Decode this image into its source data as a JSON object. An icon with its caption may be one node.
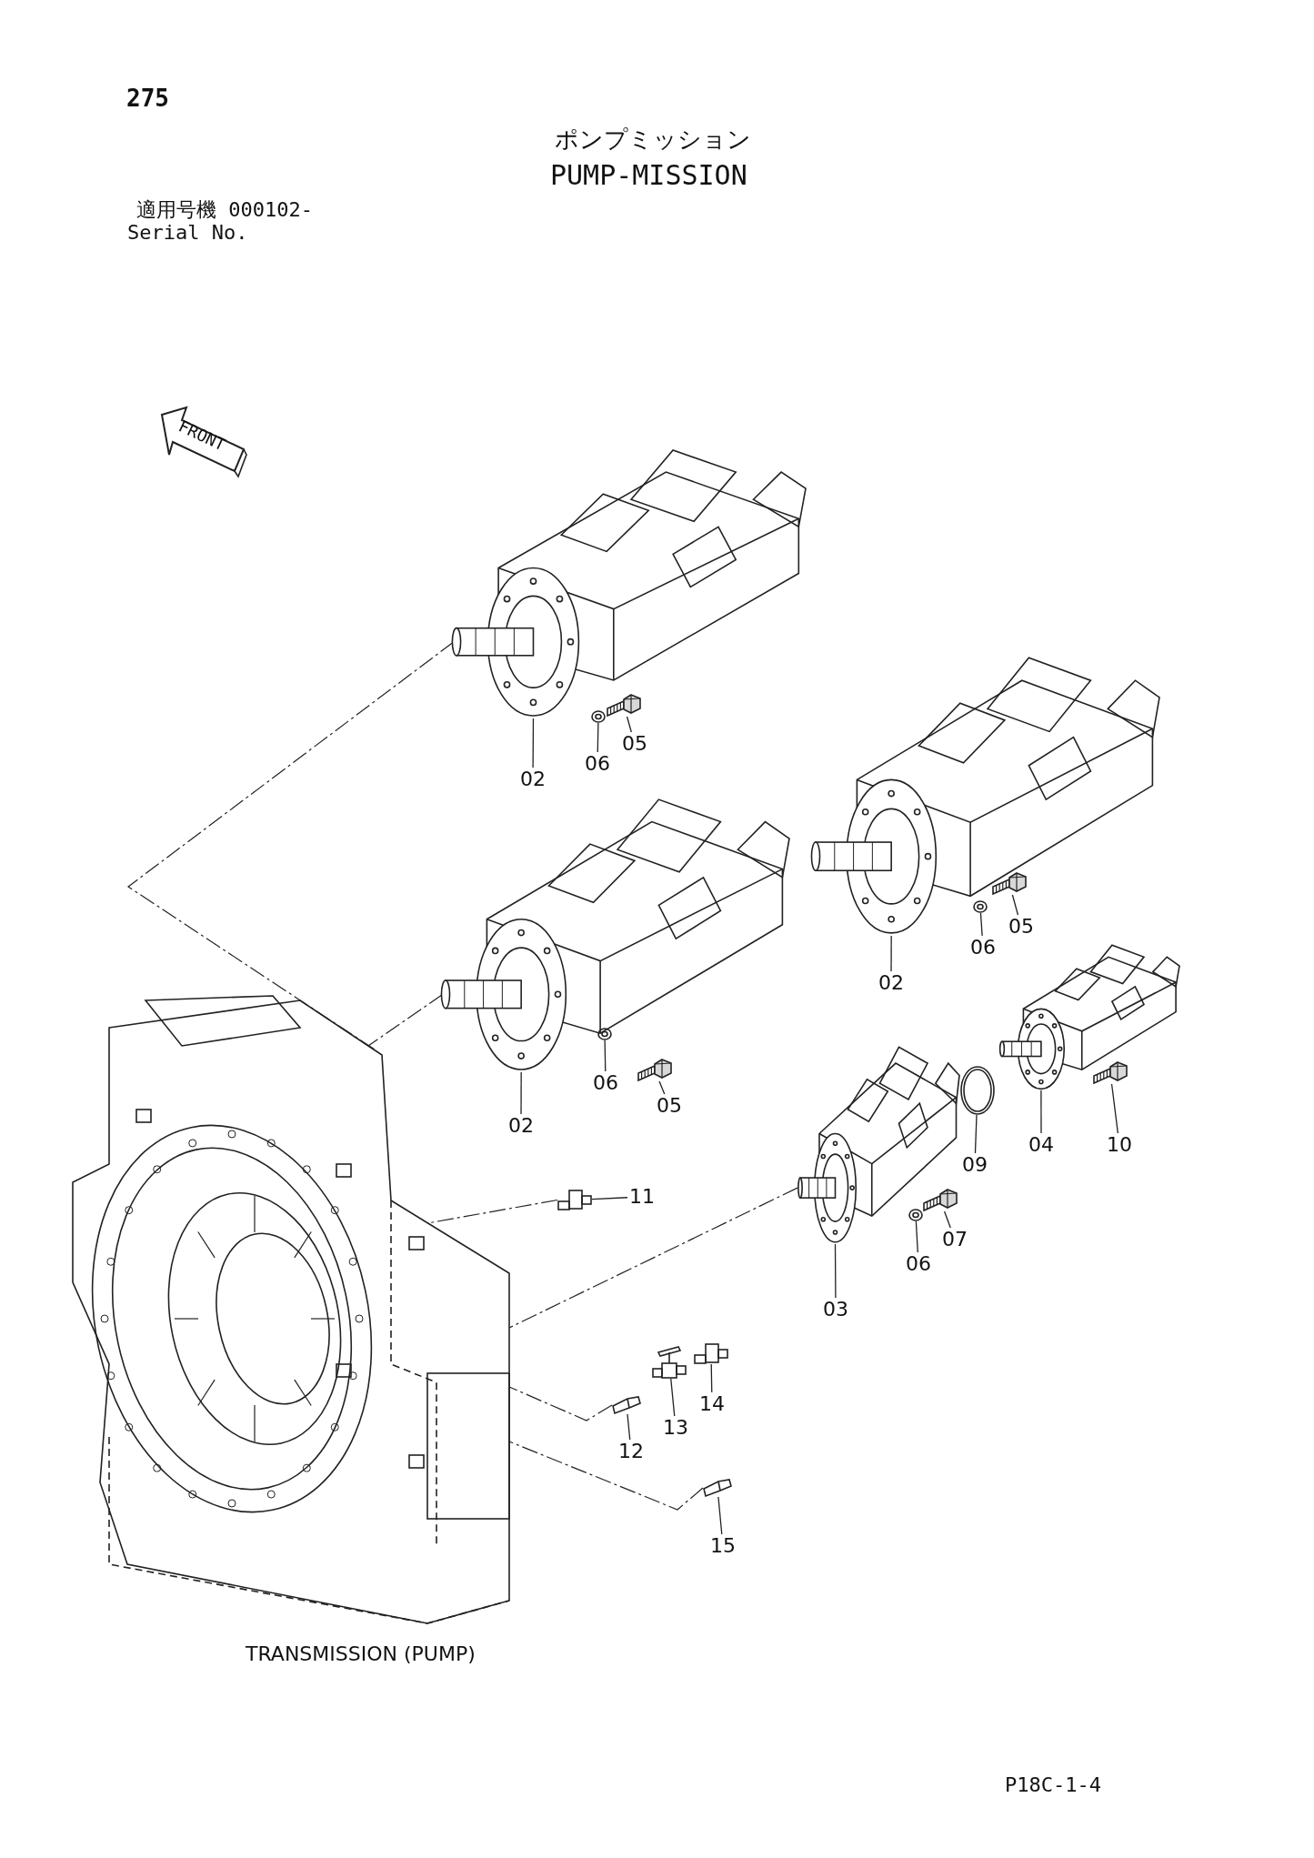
{
  "diagram": {
    "title": "PUMP-MISSION",
    "nodes": [
      {
        "text": [],
        "shape": "picture"
      },
      {
        "text": [
          "02"
        ]
      },
      {
        "text": [],
        "shape": "picture"
      },
      {
        "text": [
          "06"
        ]
      },
      {
        "text": [],
        "shape": "picture"
      },
      {
        "text": [
          "05"
        ]
      },
      {
        "text": [],
        "shape": "picture"
      },
      {
        "text": [
          "02"
        ]
      },
      {
        "text": [],
        "shape": "picture"
      },
      {
        "text": [
          "06"
        ]
      },
      {
        "text": [],
        "shape": "picture"
      },
      {
        "text": [
          "05"
        ]
      },
      {
        "text": [],
        "shape": "picture"
      },
      {
        "text": [
          "02"
        ]
      },
      {
        "text": [],
        "shape": "picture"
      },
      {
        "text": [
          "06"
        ]
      },
      {
        "text": [],
        "shape": "picture"
      },
      {
        "text": [
          "05"
        ]
      },
      {
        "text": [],
        "shape": "picture"
      },
      {
        "text": [
          "09"
        ]
      },
      {
        "text": [],
        "shape": "picture"
      },
      {
        "text": [
          "04"
        ]
      },
      {
        "text": [],
        "shape": "picture"
      },
      {
        "text": [
          "10"
        ]
      },
      {
        "text": [],
        "shape": "picture"
      },
      {
        "text": [
          "11"
        ]
      },
      {
        "text": [],
        "shape": "picture"
      },
      {
        "text": [
          "03"
        ]
      },
      {
        "text": [],
        "shape": "picture"
      },
      {
        "text": [
          "06"
        ]
      },
      {
        "text": [],
        "shape": "picture"
      },
      {
        "text": [
          "07"
        ]
      },
      {
        "text": [],
        "shape": "picture"
      },
      {
        "text": [
          "14"
        ]
      },
      {
        "text": [],
        "shape": "picture"
      },
      {
        "text": [
          "13"
        ]
      },
      {
        "text": [],
        "shape": "picture"
      },
      {
        "text": [
          "12"
        ]
      },
      {
        "text": [],
        "shape": "picture"
      },
      {
        "text": [
          "15"
        ]
      },
      {
        "text": [],
        "shape": "picture"
      }
    ],
    "edges": [
      {
        "from": 1,
        "to": 0,
        "arrow": "none"
      },
      {
        "from": 3,
        "to": 2,
        "arrow": "none"
      },
      {
        "from": 5,
        "to": 4,
        "arrow": "none"
      },
      {
        "from": 7,
        "to": 6,
        "arrow": "none"
      },
      {
        "from": 9,
        "to": 8,
        "arrow": "none"
      },
      {
        "from": 11,
        "to": 10,
        "arrow": "none"
      },
      {
        "from": 13,
        "to": 12,
        "arrow": "none"
      },
      {
        "from": 15,
        "to": 14,
        "arrow": "none"
      },
      {
        "from": 17,
        "to": 16,
        "arrow": "none"
      },
      {
        "from": 19,
        "to": 18,
        "arrow": "none"
      },
      {
        "from": 21,
        "to": 20,
        "arrow": "none"
      },
      {
        "from": 23,
        "to": 22,
        "arrow": "none"
      },
      {
        "from": 25,
        "to": 24,
        "arrow": "none"
      },
      {
        "from": 27,
        "to": 26,
        "arrow": "none"
      },
      {
        "from": 29,
        "to": 28,
        "arrow": "none"
      },
      {
        "from": 31,
        "to": 30,
        "arrow": "none"
      },
      {
        "from": 33,
        "to": 32,
        "arrow": "none"
      },
      {
        "from": 35,
        "to": 34,
        "arrow": "none"
      },
      {
        "from": 37,
        "to": 36,
        "arrow": "none"
      },
      {
        "from": 39,
        "to": 38,
        "arrow": "none"
      },
      {
        "from": 0,
        "to": 40,
        "arrow": "none",
        "style": "dashed"
      },
      {
        "from": 12,
        "to": 40,
        "arrow": "none",
        "style": "dashed"
      },
      {
        "from": 26,
        "to": 40,
        "arrow": "none",
        "style": "dashed"
      },
      {
        "from": 24,
        "to": 40,
        "arrow": "none",
        "style": "dashed"
      },
      {
        "from": 36,
        "to": 40,
        "arrow": "none",
        "style": "dashed"
      },
      {
        "from": 38,
        "to": 40,
        "arrow": "none",
        "style": "dashed"
      }
    ],
    "labels": [
      "275",
      "ポンプミッション",
      "適用号機 000102-",
      "Serial No.",
      "FRONT",
      "TRANSMISSION (PUMP)",
      "P18C-1-4"
    ]
  }
}
